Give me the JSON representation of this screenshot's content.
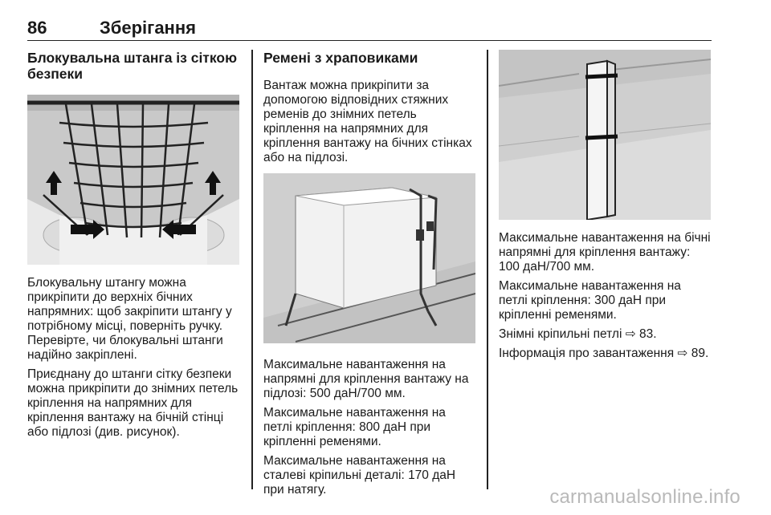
{
  "header": {
    "page_number": "86",
    "title": "Зберігання"
  },
  "col1": {
    "heading": "Блокувальна штанга із сіткою безпеки",
    "p1": "Блокувальну штангу можна прикріпити до верхніх бічних напрямних: щоб закріпити штангу у потрібному місці, поверніть ручку. Перевірте, чи блокувальні штанги надійно закріплені.",
    "p2": "Приєднану до штанги сітку безпеки можна прикріпити до знімних петель кріплення на напрямних для кріплення вантажу на бічній стінці або підлозі (див. рисунок)."
  },
  "col2": {
    "heading": "Ремені з храповиками",
    "p1": "Вантаж можна прикріпити за допомогою відповідних стяжних ременів до знімних петель кріплення на напрямних для кріплення вантажу на бічних стінках або на підлозі.",
    "p2": "Максимальне навантаження на напрямні для кріплення вантажу на підлозі: 500 даН/700 мм.",
    "p3": "Максимальне навантаження на петлі кріплення: 800 даН при кріпленні ременями.",
    "p4": "Максимальне навантаження на сталеві кріпильні деталі: 170 даН при натягу."
  },
  "col3": {
    "p1": "Максимальне навантаження на бічні напрямні для кріплення вантажу: 100 даН/700 мм.",
    "p2": "Максимальне навантаження на петлі кріплення: 300 даН при кріпленні ременями.",
    "p3": "Знімні кріпильні петлі ⇨ 83.",
    "p4": "Інформація про завантаження ⇨ 89."
  },
  "footer": {
    "watermark": "carmanualsonline.info"
  }
}
